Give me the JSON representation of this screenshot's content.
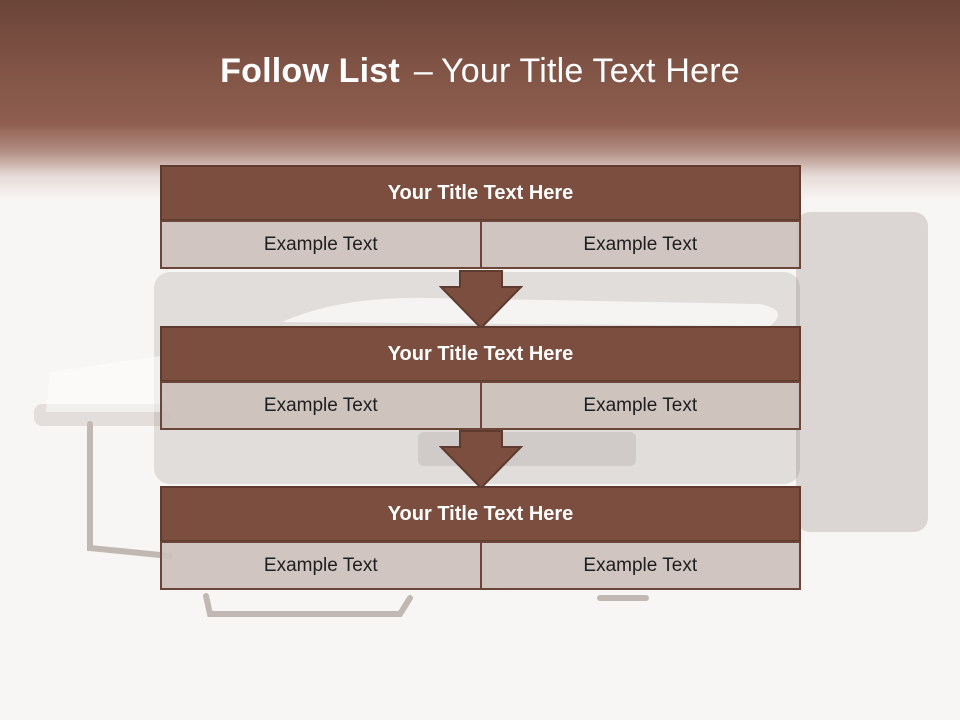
{
  "slide": {
    "title_bold": "Follow List",
    "title_dash": "–",
    "title_rest": "Your Title Text Here"
  },
  "steps": [
    {
      "title": "Your Title Text Here",
      "left": "Example Text",
      "right": "Example Text"
    },
    {
      "title": "Your Title Text Here",
      "left": "Example Text",
      "right": "Example Text"
    },
    {
      "title": "Your Title Text Here",
      "left": "Example Text",
      "right": "Example Text"
    }
  ],
  "colors": {
    "header": "#7e5244",
    "step_head": "#7b4e3f",
    "step_cell": "#cdc0bc",
    "arrow": "#7b4e3f"
  },
  "icons": [
    "sofa-bed-photo",
    "down-arrow-icon"
  ]
}
